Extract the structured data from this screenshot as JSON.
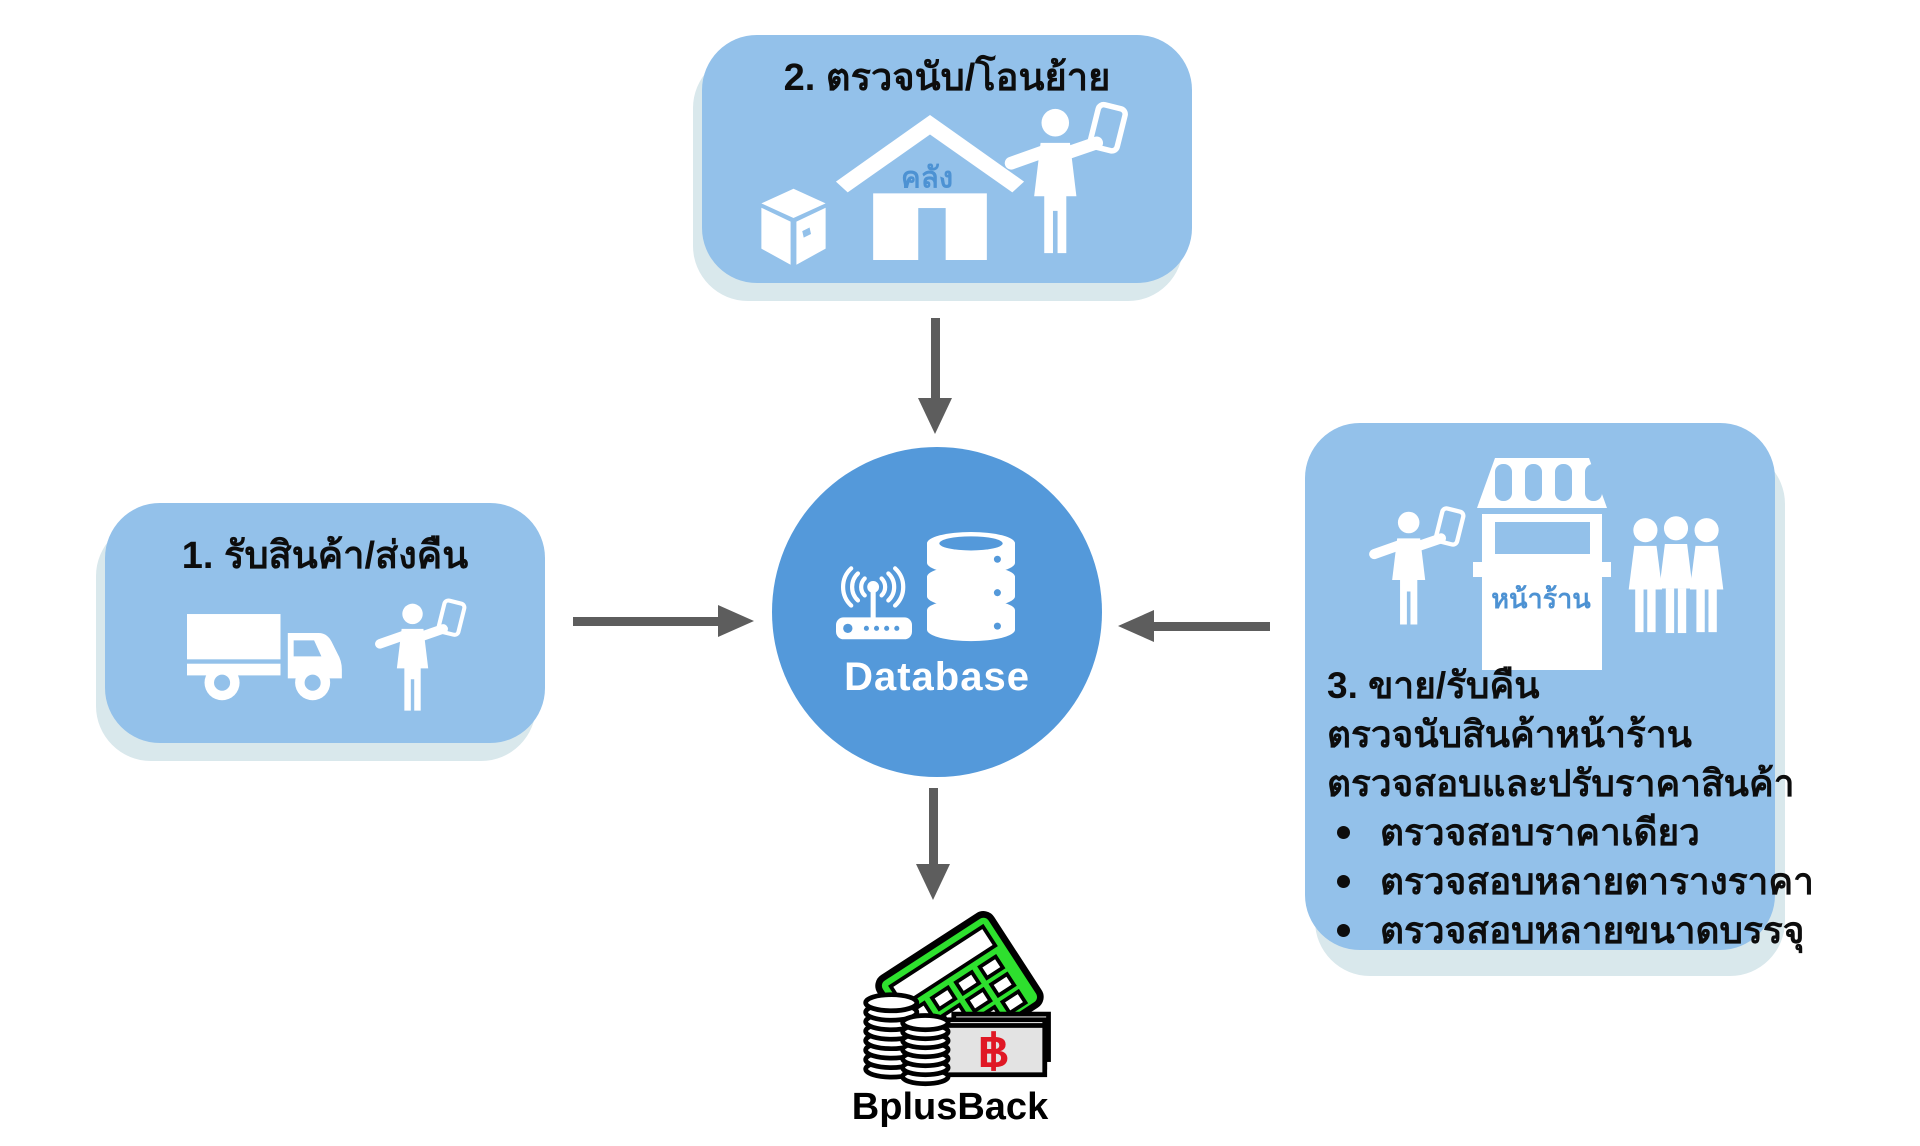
{
  "diagram": {
    "box_warehouse": {
      "title": "2. ตรวจนับ/โอนย้าย",
      "warehouse_label": "คลัง",
      "icons": [
        "package-icon",
        "warehouse-icon",
        "person-tablet-icon"
      ]
    },
    "box_receive": {
      "title": "1. รับสินค้า/ส่งคืน",
      "icons": [
        "truck-icon",
        "person-tablet-icon"
      ]
    },
    "box_store": {
      "storefront_label": "หน้าร้าน",
      "title": "3. ขาย/รับคืน",
      "lines": [
        "ตรวจนับสินค้าหน้าร้าน",
        "ตรวจสอบและปรับราคาสินค้า"
      ],
      "bullets": [
        "ตรวจสอบราคาเดียว",
        "ตรวจสอบหลายตารางราคา",
        "ตรวจสอบหลายขนาดบรรจุ"
      ],
      "icons": [
        "person-tablet-icon",
        "storefront-icon",
        "customers-icon"
      ]
    },
    "center": {
      "label": "Database",
      "icons": [
        "wifi-router-icon",
        "database-stack-icon"
      ]
    },
    "output": {
      "label": "BplusBack",
      "icons": [
        "calculator-money-icon"
      ]
    },
    "colors": {
      "box_fill": "#93c1ea",
      "box_shadow": "#d9e8ec",
      "circle_fill": "#5499da",
      "arrow": "#5d5d5d",
      "icon_label_blue": "#4d92d3",
      "calculator_green": "#2ee02e",
      "baht_red": "#e01825"
    }
  }
}
